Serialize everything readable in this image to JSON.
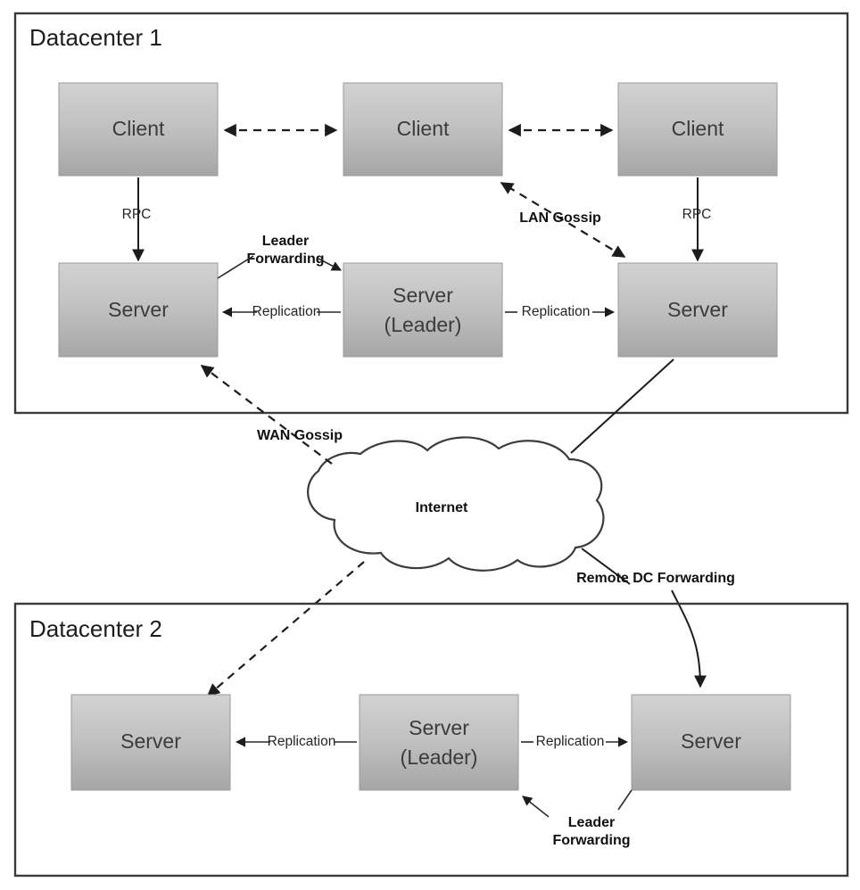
{
  "diagram": {
    "title": "Consul multi-datacenter architecture",
    "colors": {
      "box_gradient_top": "#cfcfcf",
      "box_gradient_bottom": "#a9a9a9",
      "frame_stroke": "#3a3a3a",
      "line": "#1c1c1c",
      "text": "#2b2b2b",
      "background": "#ffffff"
    }
  },
  "datacenter1": {
    "title": "Datacenter 1",
    "clients": [
      {
        "label": "Client"
      },
      {
        "label": "Client"
      },
      {
        "label": "Client"
      }
    ],
    "servers": [
      {
        "label": "Server"
      },
      {
        "label": "Server",
        "sublabel": "(Leader)"
      },
      {
        "label": "Server"
      }
    ],
    "edges": [
      {
        "label": "RPC",
        "from": "client-1",
        "to": "server-1",
        "style": "solid-arrow"
      },
      {
        "label": "RPC",
        "from": "client-3",
        "to": "server-3",
        "style": "solid-arrow"
      },
      {
        "label": "",
        "from": "client-1",
        "to": "client-2",
        "style": "dashed-double-arrow"
      },
      {
        "label": "",
        "from": "client-2",
        "to": "client-3",
        "style": "dashed-double-arrow"
      },
      {
        "label": "LAN Gossip",
        "from": "server-3",
        "to": "client-2",
        "style": "dashed-double-arrow"
      },
      {
        "label": "Leader Forwarding",
        "from": "server-1",
        "to": "server-2-leader",
        "style": "callout-arrow"
      },
      {
        "label": "Replication",
        "from": "server-2-leader",
        "to": "server-1",
        "style": "solid-arrow"
      },
      {
        "label": "Replication",
        "from": "server-2-leader",
        "to": "server-3",
        "style": "solid-arrow"
      }
    ]
  },
  "datacenter2": {
    "title": "Datacenter 2",
    "servers": [
      {
        "label": "Server"
      },
      {
        "label": "Server",
        "sublabel": "(Leader)"
      },
      {
        "label": "Server"
      }
    ],
    "edges": [
      {
        "label": "Replication",
        "from": "dc2-leader",
        "to": "dc2-server-1",
        "style": "solid-arrow"
      },
      {
        "label": "Replication",
        "from": "dc2-leader",
        "to": "dc2-server-3",
        "style": "solid-arrow"
      },
      {
        "label": "Leader Forwarding",
        "from": "dc2-server-3",
        "to": "dc2-leader",
        "style": "callout-arrow"
      }
    ]
  },
  "internet": {
    "label": "Internet"
  },
  "cross_dc_edges": [
    {
      "label": "WAN Gossip",
      "from": "internet",
      "to": "dc1-server-1",
      "style": "dashed-arrow"
    },
    {
      "label": "WAN Gossip",
      "from": "internet",
      "to": "dc2-server-1",
      "style": "dashed-arrow"
    },
    {
      "label": "Remote DC Forwarding",
      "from": "dc1-server-3",
      "to": "dc2-server-3",
      "style": "solid-arrow"
    }
  ],
  "labels": {
    "rpc": "RPC",
    "replication": "Replication",
    "lan_gossip": "LAN Gossip",
    "wan_gossip": "WAN Gossip",
    "leader_forwarding_line1": "Leader",
    "leader_forwarding_line2": "Forwarding",
    "remote_dc_forwarding": "Remote DC Forwarding"
  }
}
